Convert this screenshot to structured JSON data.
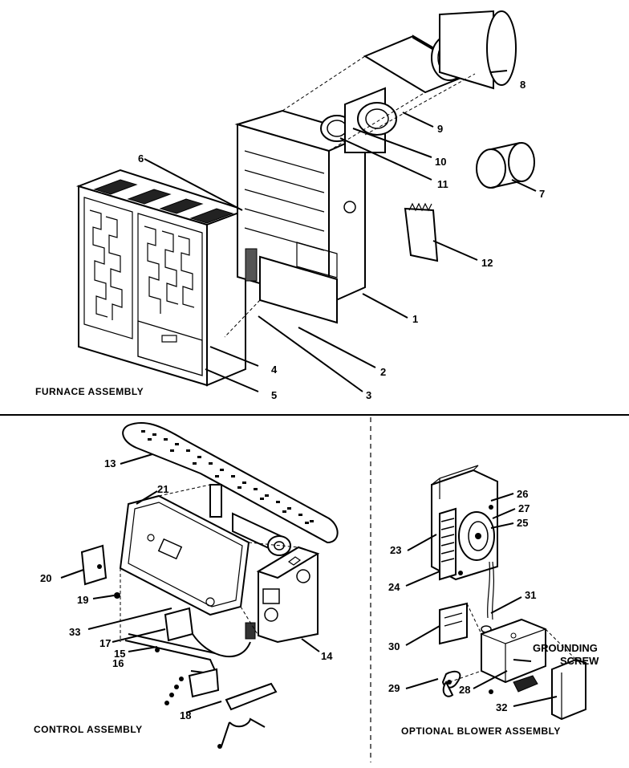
{
  "sections": {
    "furnace": "FURNACE ASSEMBLY",
    "control": "CONTROL ASSEMBLY",
    "blower": "OPTIONAL BLOWER ASSEMBLY"
  },
  "callouts": {
    "furnace": [
      "1",
      "2",
      "3",
      "4",
      "5",
      "6",
      "7",
      "8",
      "9",
      "10",
      "11",
      "12"
    ],
    "control": [
      "13",
      "14",
      "15",
      "16",
      "17",
      "18",
      "19",
      "20",
      "21",
      "33"
    ],
    "blower": [
      "23",
      "24",
      "25",
      "26",
      "27",
      "28",
      "29",
      "30",
      "31",
      "32"
    ]
  },
  "grounding_label": [
    "GROUNDING",
    "SCREW"
  ]
}
